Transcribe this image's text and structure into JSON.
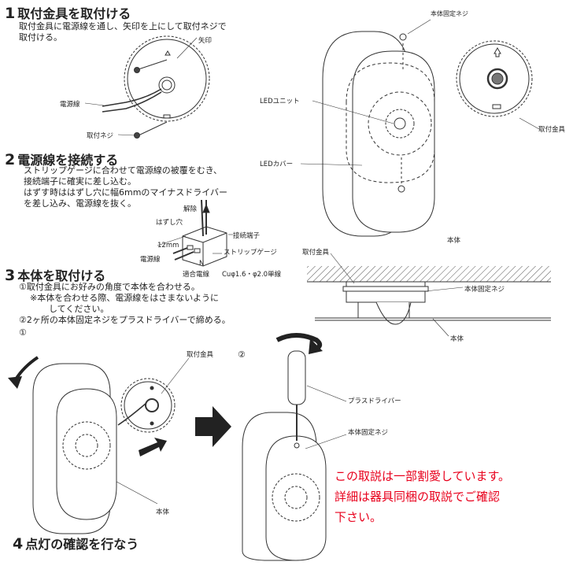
{
  "step1": {
    "num": "1",
    "title": "取付金具を取付ける",
    "text": [
      "取付金具に電源線を通し、矢印を上にして取付ネジで",
      "取付ける。"
    ],
    "labels": {
      "arrow_mark": "矢印",
      "power_wire": "電源線",
      "mount_screw": "取付ネジ"
    }
  },
  "exploded": {
    "labels": {
      "body_screw": "本体固定ネジ",
      "led_unit": "LEDユニット",
      "led_cover": "LEDカバー",
      "bracket": "取付金具",
      "body": "本体"
    }
  },
  "step2": {
    "num": "2",
    "title": "電源線を接続する",
    "text": [
      "ストリップゲージに合わせて電源線の被覆をむき、",
      "接続端子に確実に差し込む。",
      "はずす時ははずし穴に幅6mmのマイナスドライバー",
      "を差し込み、電源線を抜く。"
    ],
    "labels": {
      "release": "解除",
      "release_hole": "はずし穴",
      "terminal": "接続端子",
      "strip_length": "12mm",
      "strip_gauge": "ストリップゲージ",
      "power_wire": "電源線",
      "n_mark": "N",
      "suitable_wire": "適合電線",
      "wire_spec": "Cuφ1.6・φ2.0単線"
    }
  },
  "side_view": {
    "labels": {
      "bracket": "取付金具",
      "body_screw": "本体固定ネジ",
      "body": "本体"
    }
  },
  "step3": {
    "num": "3",
    "title": "本体を取付ける",
    "text": [
      "①取付金具にお好みの角度で本体を合わせる。",
      "※本体を合わせる際、電源線をはさまないように",
      "してください。",
      "②2ヶ所の本体固定ネジをプラスドライバーで締める。"
    ],
    "marker1": "①",
    "marker2": "②",
    "labels": {
      "bracket": "取付金具",
      "body": "本体",
      "screwdriver": "プラスドライバー",
      "body_screw": "本体固定ネジ"
    }
  },
  "note": {
    "lines": [
      "この取説は一部割愛しています。",
      "詳細は器具同梱の取説でご確認",
      "下さい。"
    ],
    "color": "#e8001c"
  },
  "step4": {
    "num": "4",
    "title": "点灯の確認を行なう"
  }
}
